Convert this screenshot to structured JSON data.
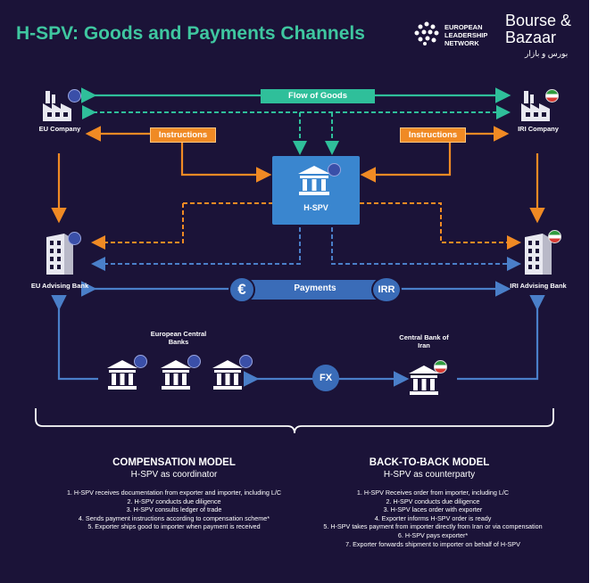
{
  "title": "H-SPV: Goods and Payments Channels",
  "logos": {
    "eln": "EUROPEAN LEADERSHIP NETWORK",
    "bourse": "Bourse & Bazaar",
    "bourse_farsi": "بورس و بازار"
  },
  "nodes": {
    "eu_company": "EU Company",
    "iri_company": "IRI Company",
    "eu_bank": "EU Advising Bank",
    "iri_bank": "IRI Advising Bank",
    "hspv": "H-SPV",
    "ecb": "European Central Banks",
    "cbi": "Central Bank of Iran"
  },
  "tags": {
    "flow_of_goods": "Flow of Goods",
    "instructions_left": "Instructions",
    "instructions_right": "Instructions",
    "payments": "Payments",
    "euro_symbol": "€",
    "irr": "IRR",
    "fx": "FX"
  },
  "colors": {
    "background": "#1b1338",
    "goods": "#2fbf9a",
    "instructions": "#f08a24",
    "payments": "#4a7fc9",
    "hspv_box": "#3a86cf"
  },
  "compensation": {
    "title": "COMPENSATION MODEL",
    "subtitle": "H-SPV as coordinator",
    "steps": [
      "1. H-SPV receives documentation from exporter and importer, including L/C",
      "2. H-SPV conducts due diligence",
      "3. H-SPV consults ledger of trade",
      "4. Sends payment instructions according to compensation scheme*",
      "5. Exporter ships good to importer when payment is received"
    ]
  },
  "back_to_back": {
    "title": "BACK-TO-BACK MODEL",
    "subtitle": "H-SPV as counterparty",
    "steps": [
      "1. H-SPV Receives order from importer, including L/C",
      "2. H-SPV conducts due diligence",
      "3. H-SPV laces order with exporter",
      "4. Exporter informs H-SPV order is ready",
      "5. H-SPV takes payment from importer directly from Iran or via compensation",
      "6. H-SPV pays exporter*",
      "7. Exporter forwards shipment to importer on behalf of H-SPV"
    ]
  }
}
